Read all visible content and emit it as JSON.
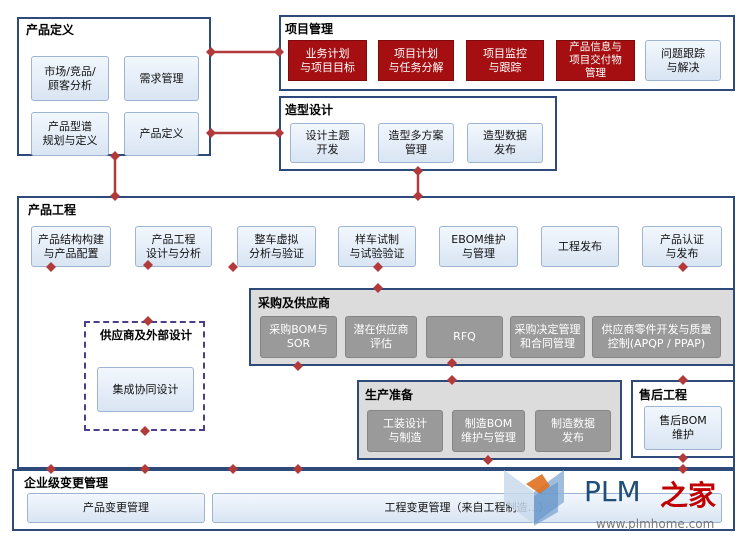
{
  "sections": {
    "product_definition": {
      "title": "产品定义",
      "items": [
        "市场/竞品/\n顾客分析",
        "需求管理",
        "产品型谱\n规划与定义",
        "产品定义"
      ]
    },
    "project_management": {
      "title": "项目管理",
      "items": [
        "业务计划\n与项目目标",
        "项目计划\n与任务分解",
        "项目监控\n与跟踪",
        "产品信息与\n项目交付物\n管理",
        "问题跟踪\n与解决"
      ]
    },
    "styling_design": {
      "title": "造型设计",
      "items": [
        "设计主题\n开发",
        "造型多方案\n管理",
        "造型数据\n发布"
      ]
    },
    "product_engineering": {
      "title": "产品工程",
      "items": [
        "产品结构构建\n与产品配置",
        "产品工程\n设计与分析",
        "整车虚拟\n分析与验证",
        "样车试制\n与试验验证",
        "EBOM维护\n与管理",
        "工程发布",
        "产品认证\n与发布"
      ]
    },
    "supplier_design": {
      "title": "供应商及外部设计",
      "items": [
        "集成协同设计"
      ]
    },
    "procurement": {
      "title": "采购及供应商",
      "items": [
        "采购BOM与\nSOR",
        "潜在供应商\n评估",
        "RFQ",
        "采购决定管理\n和合同管理",
        "供应商零件开发与质量\n控制(APQP / PPAP)"
      ]
    },
    "production_prep": {
      "title": "生产准备",
      "items": [
        "工装设计\n与制造",
        "制造BOM\n维护与管理",
        "制造数据\n发布"
      ]
    },
    "after_sales": {
      "title": "售后工程",
      "items": [
        "售后BOM\n维护"
      ]
    },
    "enterprise_change": {
      "title": "企业级变更管理",
      "items": [
        "产品变更管理",
        "工程变更管理（来自工程制造…）"
      ]
    }
  },
  "watermark": {
    "brand": "PLM",
    "brand_suffix": "之家",
    "url": "www.plmhome.com"
  },
  "colors": {
    "frame_border": "#2e4a7a",
    "connector": "#b23a3a",
    "red_box": "#a50f12",
    "gray_box": "#9a9a9a",
    "light_box": "#dce7f4"
  }
}
